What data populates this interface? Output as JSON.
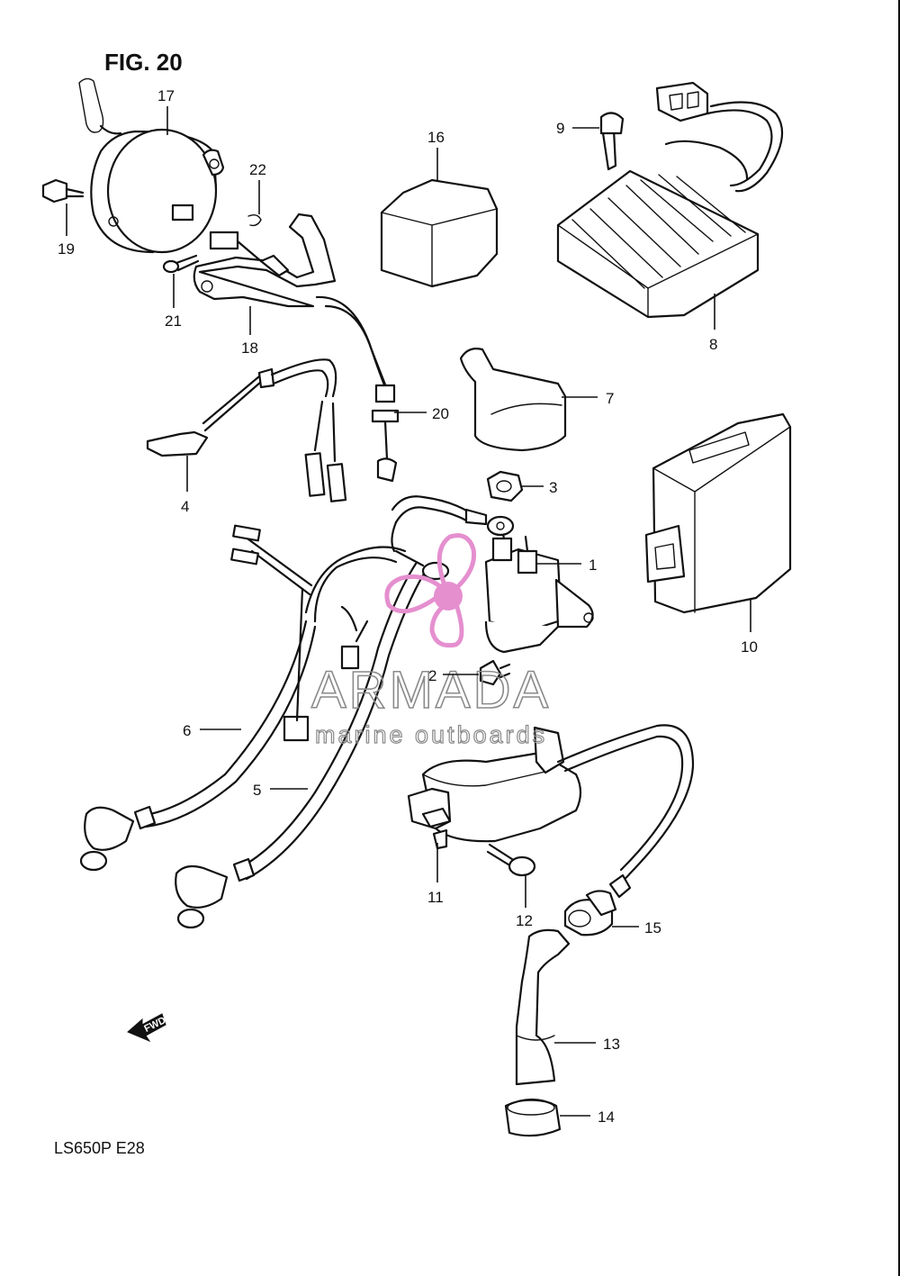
{
  "figure": {
    "title": "FIG. 20",
    "model_code": "LS650P  E28",
    "fwd_label": "FWD"
  },
  "watermark": {
    "brand": "ARMADA",
    "tagline": "marine outboards",
    "logo_color": "#e58fcf",
    "text_color": "#8a8a8a"
  },
  "callouts": {
    "p1": "1",
    "p2": "2",
    "p3": "3",
    "p4": "4",
    "p5": "5",
    "p6": "6",
    "p7": "7",
    "p8": "8",
    "p9": "9",
    "p10": "10",
    "p11": "11",
    "p12": "12",
    "p13": "13",
    "p14": "14",
    "p15": "15",
    "p16": "16",
    "p17": "17",
    "p18": "18",
    "p19": "19",
    "p20": "20",
    "p21": "21",
    "p22": "22"
  }
}
